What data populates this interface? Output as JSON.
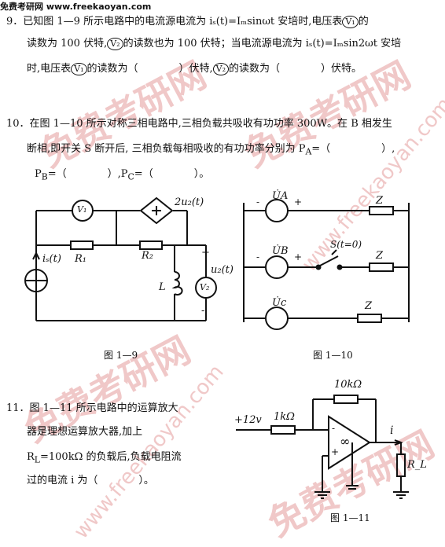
{
  "header": {
    "site": "免费考研网 www.freekaoyan.com"
  },
  "watermarks": {
    "big": "免费考研网",
    "url": "www.freekaoyan.com"
  },
  "q9": {
    "l1": "9．已知图 1—9 所示电路中的电流源电流为 iₛ(t)=Iₘsinωt 安培时,电压表",
    "v1": "V₁",
    "l1b": "的",
    "l2a": "读数为 100 伏特,",
    "v2": "V₂",
    "l2b": "的读数也为 100 伏特；当电流源电流为 iₛ(t)=Iₘsin2ωt 安培",
    "l3a": "时,电压表",
    "l3b": "的读数为（　　　　）伏特,",
    "l3c": "的读数为（　　　　）伏特。"
  },
  "q10": {
    "l1": "10．在图 1—10 所示对称三相电路中,三相负载共吸收有功功率 300W。在 B 相发生",
    "l2": "断相,即开关 S 断开后, 三相负载每相吸收的有功功率分别为 P",
    "l2sub": "A",
    "l2b": "=（　　　　　）,",
    "l3a": "P",
    "l3sub1": "B",
    "l3b": "=（　　　　）,P",
    "l3sub2": "C",
    "l3c": "=（　　　　）。"
  },
  "fig9": {
    "caption": "图 1—9",
    "labels": {
      "v1": "V₁",
      "src": "2u₂(t)",
      "is": "iₛ(t)",
      "r1": "R₁",
      "r2": "R₂",
      "l": "L",
      "v2": "V₂",
      "u2": "u₂(t)",
      "plus": "+",
      "minus": "-"
    }
  },
  "fig10": {
    "caption": "图 1—10",
    "labels": {
      "ua": "U̇A",
      "ub": "U̇B",
      "uc": "U̇c",
      "z": "Z",
      "s": "S(t=0)",
      "plus": "+",
      "minus": "-"
    }
  },
  "q11": {
    "l1": "11．图 1—11 所示电路中的运算放大",
    "l2": "器是理想运算放大器,加上",
    "l3": "R",
    "l3sub": "L",
    "l3b": "=100kΩ 的负载后,负载电阻流",
    "l4": "过的电流 i 为（　　　　）。"
  },
  "fig11": {
    "caption": "图 1—11",
    "labels": {
      "vin": "+12v",
      "r1": "1kΩ",
      "rf": "10kΩ",
      "inf": "∞",
      "i": "i",
      "rl": "R_L",
      "minus": "-",
      "plus": "+"
    }
  }
}
